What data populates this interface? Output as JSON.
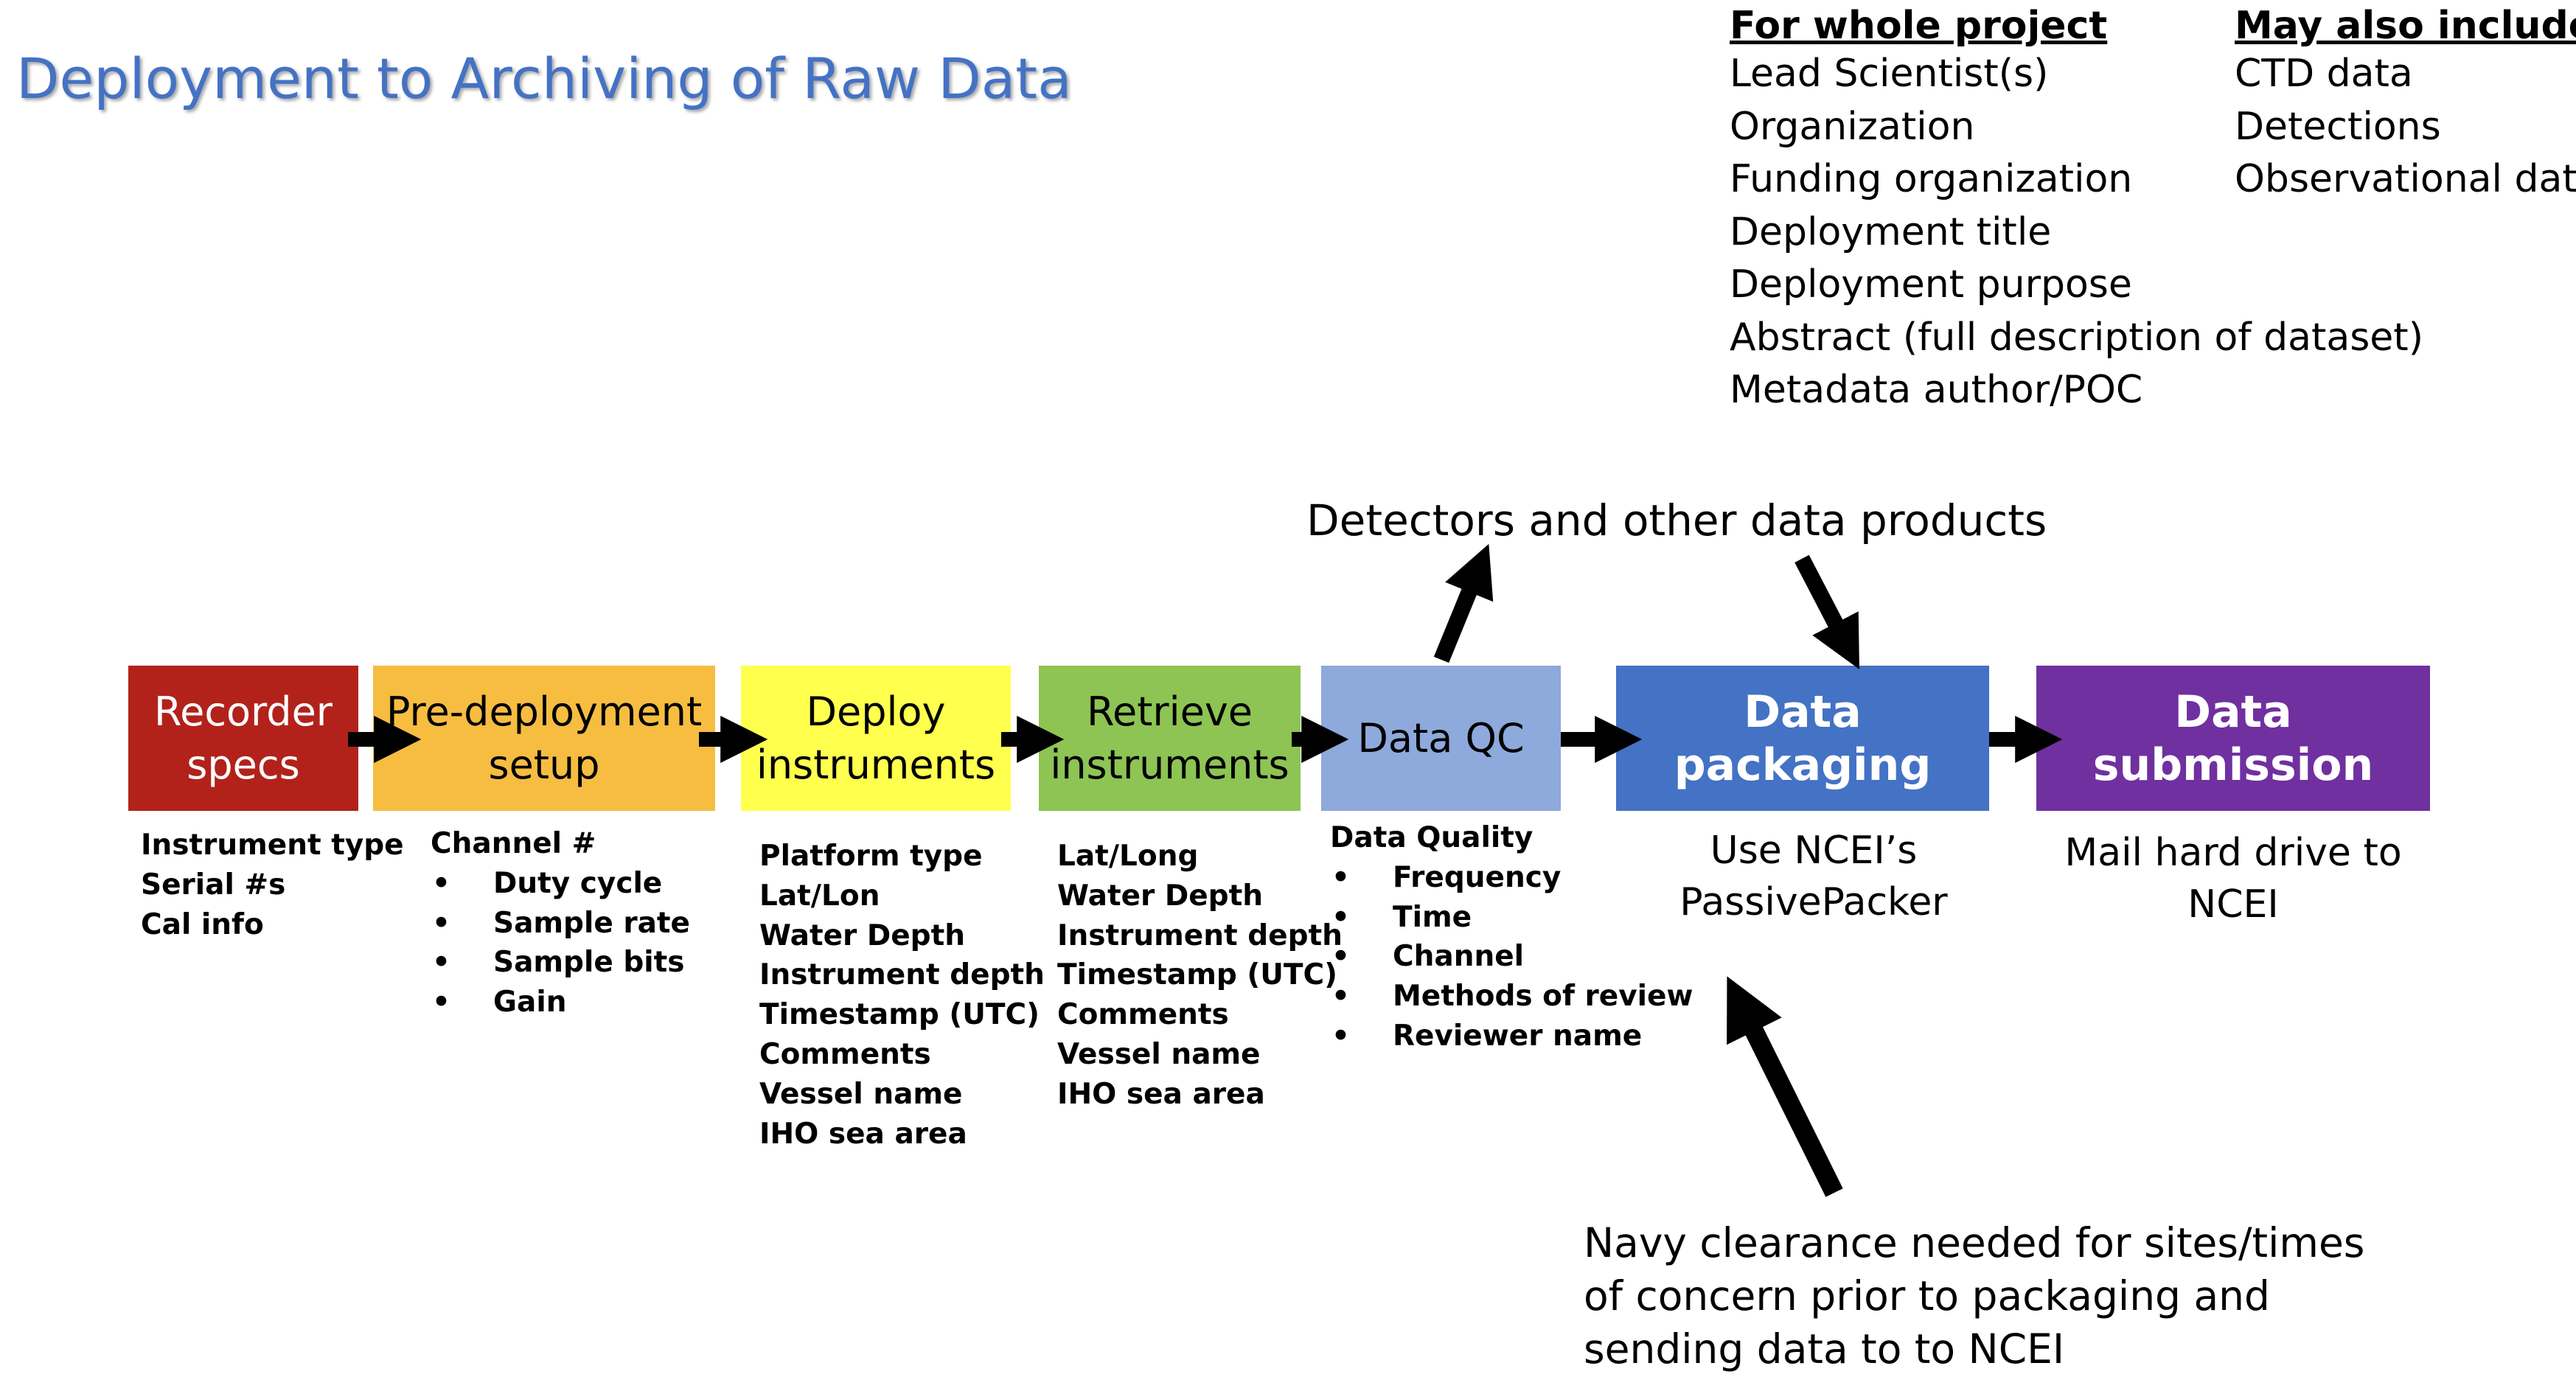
{
  "title": "Deployment to Archiving of Raw Data",
  "whole_project": {
    "heading": "For whole project",
    "items": [
      "Lead Scientist(s)",
      "Organization",
      "Funding organization",
      "Deployment title",
      "Deployment purpose",
      "Abstract (full description of dataset)",
      "Metadata author/POC"
    ]
  },
  "may_also_include": {
    "heading": "May also include",
    "items": [
      "CTD data",
      "Detections",
      "Observational data"
    ]
  },
  "annotations": {
    "detectors": "Detectors and other data products",
    "navy": "Navy clearance needed for sites/times\nof concern prior to packaging and\nsending data to to NCEI"
  },
  "colors": {
    "title": "#4472C4",
    "recorder": "#B2221B",
    "predeploy": "#F6BD41",
    "deploy": "#FFFF4E",
    "retrieve": "#8DC453",
    "qc": "#8EA9DB",
    "packaging": "#4472C4",
    "submission": "#7030A0",
    "arrow": "#000000"
  },
  "steps": [
    {
      "label": "Recorder\nspecs",
      "details": [
        "Instrument type",
        "Serial #s",
        "Cal info"
      ]
    },
    {
      "label": "Pre-deployment\nsetup",
      "details_heading": "Channel #",
      "details_bullets": [
        "Duty cycle",
        "Sample rate",
        "Sample bits",
        "Gain"
      ]
    },
    {
      "label": "Deploy\ninstruments",
      "details": [
        "Platform type",
        "Lat/Lon",
        "Water Depth",
        "Instrument depth",
        "Timestamp (UTC)",
        "Comments",
        "Vessel name",
        "IHO sea area"
      ]
    },
    {
      "label": "Retrieve\ninstruments",
      "details": [
        "Lat/Long",
        "Water Depth",
        "Instrument depth",
        "Timestamp (UTC)",
        "Comments",
        "Vessel name",
        "IHO sea area"
      ]
    },
    {
      "label": "Data QC",
      "details_heading": "Data Quality",
      "details_bullets": [
        "Frequency",
        "Time",
        "Channel",
        "Methods of review",
        "Reviewer name"
      ]
    },
    {
      "label": "Data packaging",
      "caption": "Use NCEI’s\nPassivePacker"
    },
    {
      "label": "Data submission",
      "caption": "Mail hard drive to\nNCEI"
    }
  ],
  "icons": {
    "flow_arrow": "right-arrow-icon",
    "annotation_arrow": "diagonal-arrow-icon",
    "bullet": "bullet-icon"
  }
}
